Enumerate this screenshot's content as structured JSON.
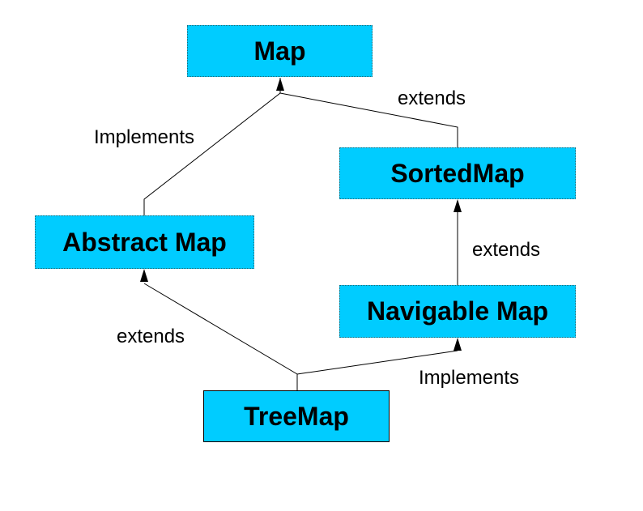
{
  "nodes": {
    "map": "Map",
    "sorted_map": "SortedMap",
    "abstract_map": "Abstract Map",
    "navigable_map": "Navigable Map",
    "tree_map": "TreeMap"
  },
  "edges": {
    "sortedmap_to_map": "extends",
    "abstractmap_to_map": "Implements",
    "navigablemap_to_sortedmap": "extends",
    "treemap_to_abstractmap": "extends",
    "treemap_to_navigablemap": "Implements"
  },
  "colors": {
    "box_fill": "#00ccff",
    "line": "#000000"
  }
}
